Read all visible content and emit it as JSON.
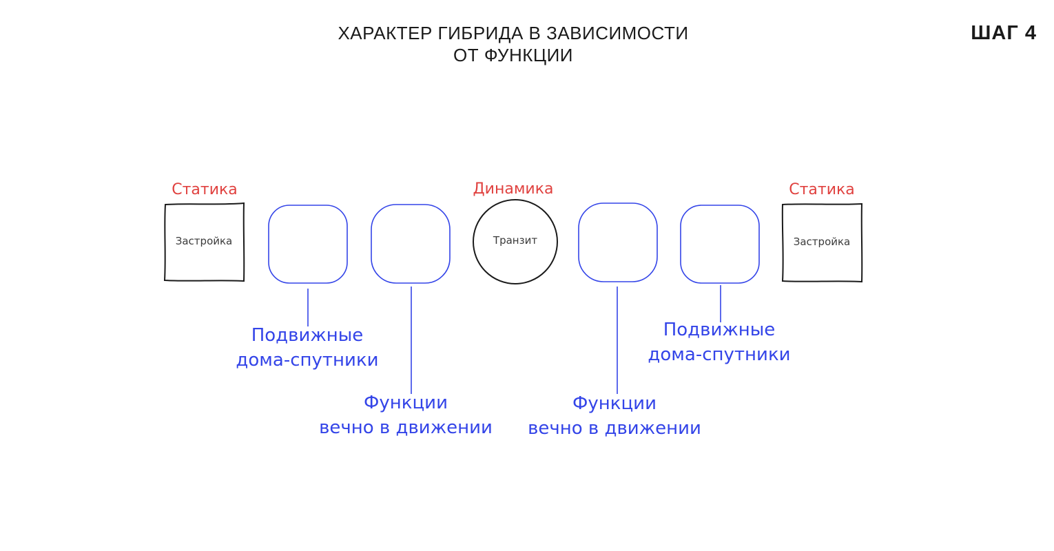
{
  "title": {
    "line1": "ХАРАКТЕР ГИБРИДА В ЗАВИСИМОСТИ",
    "line2": "ОТ ФУНКЦИИ"
  },
  "step": "ШАГ 4",
  "zones": {
    "left": "Статика",
    "center": "Динамика",
    "right": "Статика"
  },
  "nodes": {
    "left_building": "Застройка",
    "transit": "Транзит",
    "right_building": "Застройка"
  },
  "callouts": {
    "left_satellites": {
      "line1": "Подвижные",
      "line2": "дома-спутники"
    },
    "left_functions": {
      "line1": "Функции",
      "line2": "вечно в движении"
    },
    "right_functions": {
      "line1": "Функции",
      "line2": "вечно в движении"
    },
    "right_satellites": {
      "line1": "Подвижные",
      "line2": "дома-спутники"
    }
  },
  "colors": {
    "static_label": "#e0413f",
    "dynamic_shape": "#3344e8",
    "static_shape": "#1a1a1a"
  }
}
